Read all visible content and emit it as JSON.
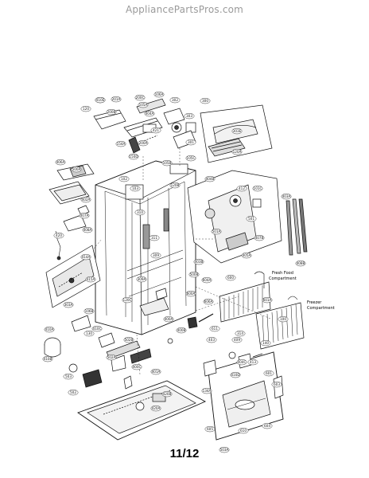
{
  "watermark": "AppliancePartsPros.com",
  "page_number": "11/12",
  "callouts": {
    "fresh_food_compartment": [
      "Fresh Food",
      "Compartment"
    ],
    "freezer_compartment": [
      "Freezer",
      "Compartment"
    ]
  },
  "part_labels": [
    "101A",
    "120",
    "200B",
    "201A",
    "200C",
    "106A",
    "105A",
    "302",
    "303",
    "404A",
    "421",
    "200A",
    "301",
    "300",
    "154A",
    "150D",
    "105B",
    "105C",
    "303E",
    "120A",
    "406A",
    "500A",
    "402A",
    "407A",
    "408A",
    "420",
    "102",
    "103",
    "120B",
    "310",
    "311",
    "309",
    "309A",
    "120C",
    "414A",
    "415A",
    "400A",
    "400B",
    "404B",
    "412",
    "101C",
    "501",
    "501A",
    "407B",
    "405A",
    "403A",
    "408B",
    "500B",
    "604A",
    "606A",
    "600",
    "601A",
    "314",
    "100",
    "140",
    "303A",
    "106B",
    "410A",
    "410B",
    "503",
    "502",
    "130",
    "410C",
    "502A",
    "502B",
    "400C",
    "401A",
    "420A",
    "420B",
    "134A",
    "403",
    "409",
    "413",
    "410D",
    "601",
    "603",
    "604",
    "610",
    "605",
    "503A",
    "404C",
    "611",
    "600A",
    "403B",
    "410E"
  ]
}
